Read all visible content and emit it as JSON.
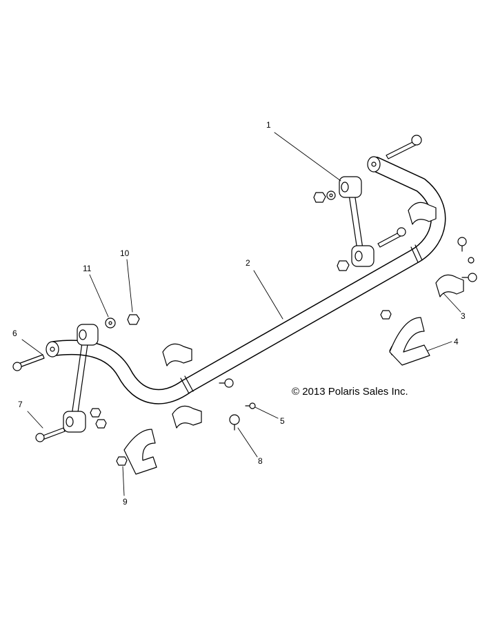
{
  "diagram": {
    "copyright": "© 2013 Polaris Sales Inc.",
    "callouts": [
      "1",
      "2",
      "3",
      "4",
      "5",
      "6",
      "7",
      "8",
      "9",
      "10",
      "11"
    ]
  }
}
